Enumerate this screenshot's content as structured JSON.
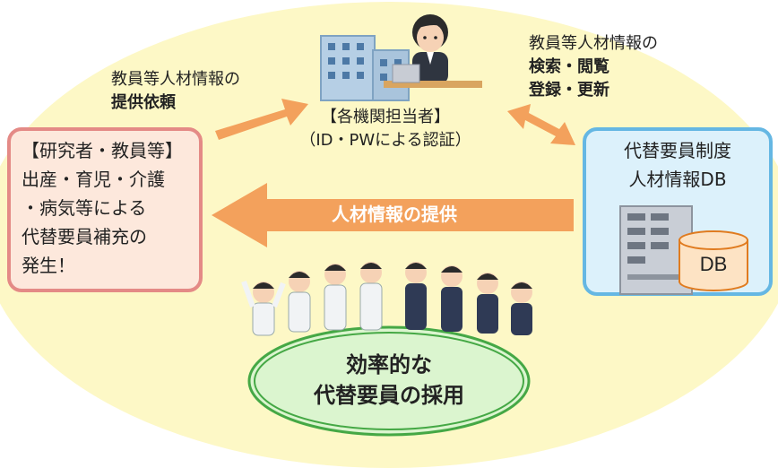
{
  "request": {
    "line1": "教員等人材情報の",
    "line2": "提供依頼"
  },
  "search": {
    "line1": "教員等人材情報の",
    "line2": "検索・閲覧",
    "line3": "登録・更新"
  },
  "officer": {
    "line1": "【各機関担当者】",
    "line2": "（ID・PWによる認証）"
  },
  "researcher_box": {
    "lines": [
      "【研究者・教員等】",
      "出産・育児・介護",
      "・病気等による",
      "代替要員補充の",
      "発生！"
    ]
  },
  "db_box": {
    "line1": "代替要員制度",
    "line2": "人材情報DB",
    "db_label": "DB"
  },
  "provide_arrow": {
    "label": "人材情報の提供"
  },
  "result": {
    "line1": "効率的な",
    "line2": "代替要員の採用"
  },
  "colors": {
    "arrow": "#f3a15c",
    "background": "#fdf8c6",
    "researcher_border": "#e48a86",
    "db_border": "#65b7e3",
    "result_border": "#45a845"
  }
}
